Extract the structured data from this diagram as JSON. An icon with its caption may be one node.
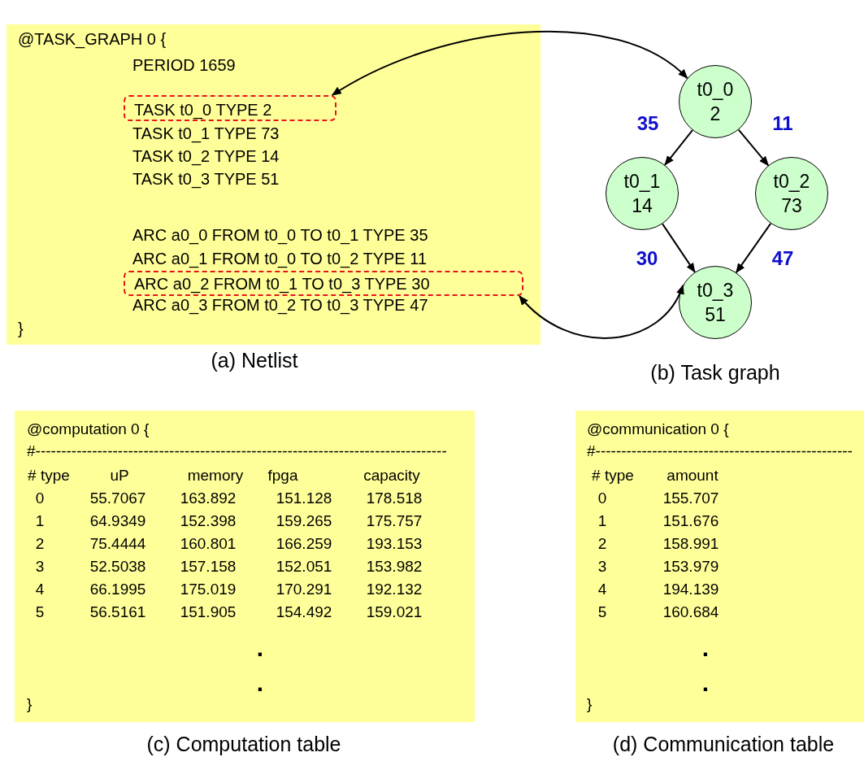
{
  "diagram": {
    "nodes": [
      {
        "text": [
          "@TASK_GRAPH 0 {",
          "PERIOD 1659",
          "TASK t0_1 TYPE 73",
          "TASK t0_2 TYPE 14",
          "TASK t0_3 TYPE 51",
          "ARC a0_0 FROM t0_0 TO t0_1 TYPE 35",
          "ARC a0_1 FROM t0_0 TO t0_2 TYPE 11",
          "ARC a0_3 FROM t0_2 TO t0_3 TYPE 47",
          "}"
        ],
        "beside": [
          "(a) Netlist"
        ]
      },
      {
        "text": [
          "TASK t0_0 TYPE 2"
        ],
        "in": 0
      },
      {
        "text": [
          "ARC a0_2 FROM t0_1 TO t0_3 TYPE 30"
        ],
        "in": 0
      },
      {
        "text": [
          "t0_0",
          "2"
        ]
      },
      {
        "text": [
          "t0_1",
          "14"
        ]
      },
      {
        "text": [
          "t0_2",
          "73"
        ]
      },
      {
        "text": [
          "t0_3",
          "51"
        ]
      },
      {
        "text": [
          "@computation 0 {",
          "#--------------------------------------------------------------------------------",
          "# type",
          "uP",
          "memory",
          "fpga",
          "capacity",
          "0",
          "55.7067",
          "163.892",
          "151.128",
          "178.518",
          "1",
          "64.9349",
          "152.398",
          "159.265",
          "175.757",
          "2",
          "75.4444",
          "160.801",
          "166.259",
          "193.153",
          "3",
          "52.5038",
          "157.158",
          "152.051",
          "153.982",
          "4",
          "66.1995",
          "175.019",
          "170.291",
          "192.132",
          "5",
          "56.5161",
          "151.905",
          "154.492",
          "159.021",
          ".",
          ".",
          "}"
        ],
        "beside": [
          "(c) Computation table"
        ]
      },
      {
        "text": [
          "@communication 0 {",
          "#--------------------------------------------------",
          "# type",
          "amount",
          "0",
          "155.707",
          "1",
          "151.676",
          "2",
          "158.991",
          "3",
          "153.979",
          "4",
          "194.139",
          "5",
          "160.684",
          ".",
          ".",
          "}"
        ],
        "beside": [
          "(d) Communication table"
        ]
      }
    ],
    "edges": [
      {
        "from": 1,
        "to": 3,
        "arrow": "both"
      },
      {
        "from": 2,
        "to": 6,
        "arrow": "both"
      },
      {
        "from": 3,
        "to": 4,
        "arrow": "to",
        "label": "35"
      },
      {
        "from": 3,
        "to": 5,
        "arrow": "to",
        "label": "11"
      },
      {
        "from": 4,
        "to": 6,
        "arrow": "to",
        "label": "30"
      },
      {
        "from": 5,
        "to": 6,
        "arrow": "to",
        "label": "47"
      }
    ],
    "labels": [
      "(b) Task graph"
    ]
  }
}
